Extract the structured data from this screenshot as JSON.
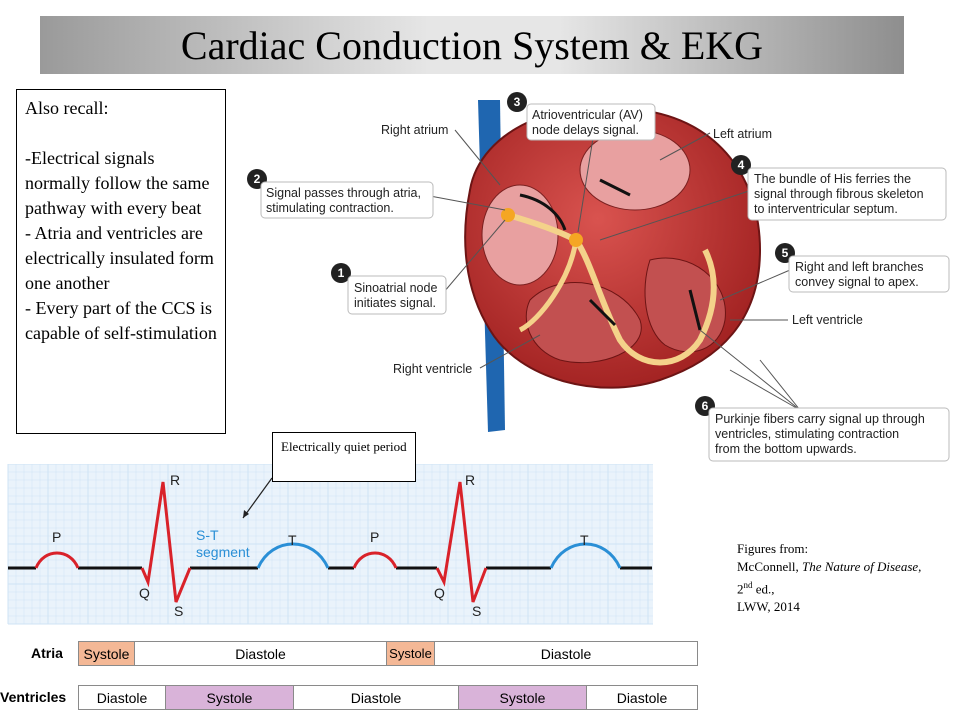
{
  "title": "Cardiac Conduction System & EKG",
  "recall": {
    "heading": "Also recall:",
    "items": [
      "-Electrical signals normally follow the same pathway with every beat",
      "- Atria and ventricles are electrically insulated form one another",
      "- Every part of the CCS is capable of self-stimulation"
    ]
  },
  "heart": {
    "labels": {
      "right_atrium": "Right atrium",
      "left_atrium": "Left atrium",
      "left_ventricle": "Left ventricle",
      "right_ventricle": "Right ventricle"
    },
    "steps": [
      {
        "num": "1",
        "lines": [
          "Sinoatrial node",
          "initiates signal."
        ]
      },
      {
        "num": "2",
        "lines": [
          "Signal passes through atria,",
          "stimulating contraction."
        ]
      },
      {
        "num": "3",
        "lines": [
          "Atrioventricular (AV)",
          "node delays signal."
        ]
      },
      {
        "num": "4",
        "lines": [
          "The bundle of His ferries the",
          "signal through fibrous skeleton",
          "to interventricular septum."
        ]
      },
      {
        "num": "5",
        "lines": [
          "Right and left branches",
          "convey signal to apex."
        ]
      },
      {
        "num": "6",
        "lines": [
          "Purkinje fibers carry signal up through",
          "ventricles, stimulating contraction",
          "from the bottom upwards."
        ]
      }
    ]
  },
  "ekg": {
    "wave_labels": [
      "P",
      "Q",
      "R",
      "S",
      "T",
      "P",
      "Q",
      "R",
      "S",
      "T"
    ],
    "st_segment": [
      "S-T",
      "segment"
    ],
    "quiet_label": "Electrically quiet period"
  },
  "timeline": {
    "atria_label": "Atria",
    "ventricles_label": "Ventricles",
    "atria": [
      "Systole",
      "Diastole",
      "Systole",
      "Diastole"
    ],
    "ventricles": [
      "Diastole",
      "Systole",
      "Diastole",
      "Systole",
      "Diastole"
    ]
  },
  "credit": {
    "line1": "Figures from:",
    "author": "McConnell, ",
    "book": "The Nature of Disease",
    "edition_pre": ", 2",
    "edition_sup": "nd",
    "edition_post": " ed.,",
    "publisher": "LWW, 2014"
  },
  "colors": {
    "atria_systole": "#f4b896",
    "ventricle_systole": "#d9b3d9",
    "p_wave": "#d9222a",
    "t_wave": "#2a8fd6",
    "grid": "#cfe3f5"
  }
}
